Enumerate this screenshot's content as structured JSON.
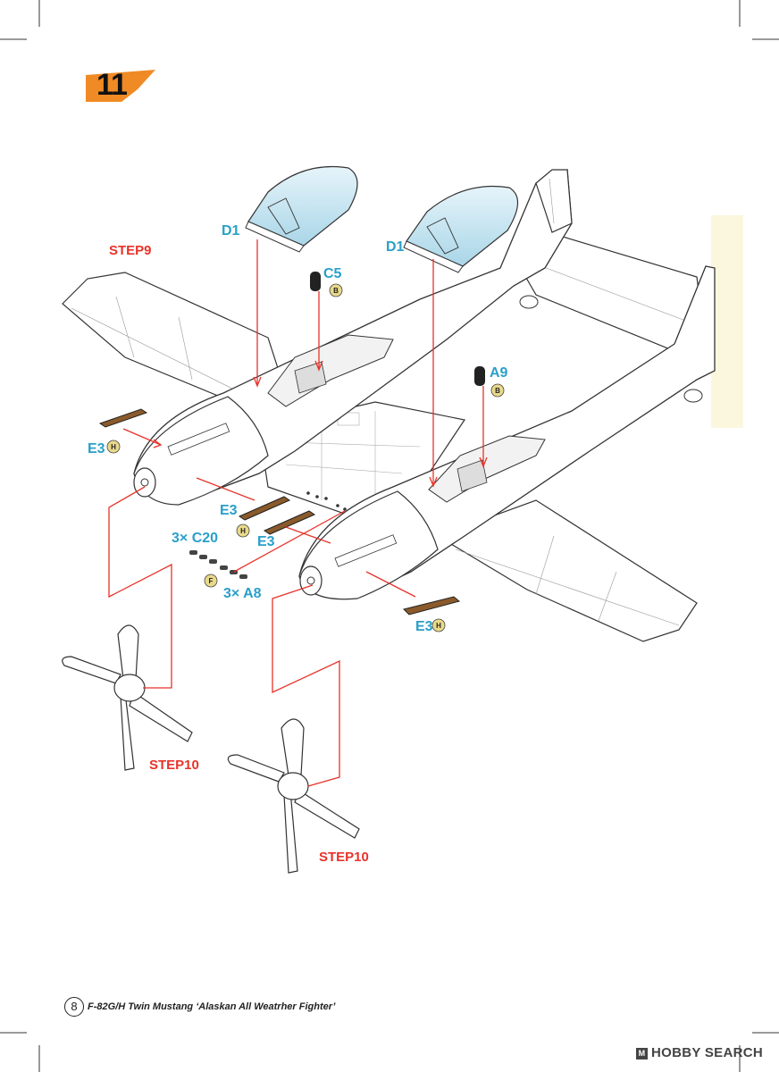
{
  "step": {
    "number": "11"
  },
  "labels": {
    "step9": "STEP9",
    "step10_left": "STEP10",
    "step10_right": "STEP10",
    "d1_left": "D1",
    "d1_right": "D1",
    "c5": "C5",
    "a9": "A9",
    "e3_left": "E3",
    "e3_center": "E3",
    "e3_center2": "E3",
    "e3_right": "E3",
    "c20": "3× C20",
    "a8": "3× A8"
  },
  "sprue_badges": {
    "c5": "B",
    "a9": "B",
    "e3_left": "H",
    "e3_center": "H",
    "e3_right": "H",
    "a8": "F"
  },
  "footer": {
    "page_number": "8",
    "title": "F-82G/H Twin Mustang ‘Alaskan All Weatrher Fighter’"
  },
  "watermark": {
    "logo": "M",
    "text": "HOBBY SEARCH"
  },
  "colors": {
    "step_accent": "#f08a24",
    "part_label": "#2a9fc9",
    "step_label": "#e8332a",
    "guide_line": "#e8332a",
    "canopy_glass": "#cfe9f3",
    "wood_part": "#8a5a2b",
    "sprue_badge": "#e9d98a"
  }
}
